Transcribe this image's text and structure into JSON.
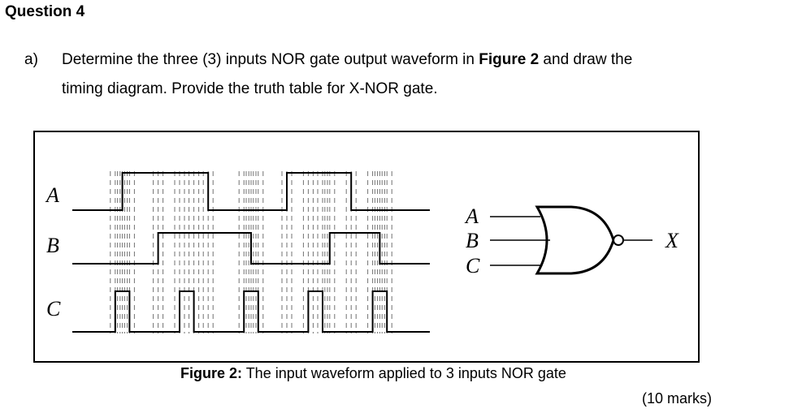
{
  "question": {
    "heading": "Question 4",
    "part_label": "a)",
    "text_before_bold": "Determine the three (3) inputs NOR gate output waveform in ",
    "bold_ref": "Figure 2",
    "text_after_bold": " and draw the",
    "line2": "timing diagram. Provide the truth table for X-NOR gate."
  },
  "figure": {
    "signal_labels": [
      "A",
      "B",
      "C"
    ],
    "gate_input_labels": [
      "A",
      "B",
      "C"
    ],
    "gate_output_label": "X",
    "waveforms": {
      "A": [
        [
          0,
          0
        ],
        [
          0.14,
          1
        ],
        [
          0.38,
          0
        ],
        [
          0.6,
          1
        ],
        [
          0.78,
          0
        ]
      ],
      "B": [
        [
          0,
          0
        ],
        [
          0.24,
          1
        ],
        [
          0.5,
          0
        ],
        [
          0.72,
          1
        ],
        [
          0.86,
          0
        ]
      ],
      "C": [
        [
          0,
          0
        ],
        [
          0.12,
          1
        ],
        [
          0.16,
          0
        ],
        [
          0.3,
          1
        ],
        [
          0.34,
          0
        ],
        [
          0.48,
          1
        ],
        [
          0.52,
          0
        ],
        [
          0.66,
          1
        ],
        [
          0.7,
          0
        ],
        [
          0.84,
          1
        ],
        [
          0.88,
          0
        ]
      ]
    },
    "caption_bold": "Figure 2:",
    "caption_text": " The input waveform applied to 3 inputs NOR gate"
  },
  "marks": "(10 marks)"
}
